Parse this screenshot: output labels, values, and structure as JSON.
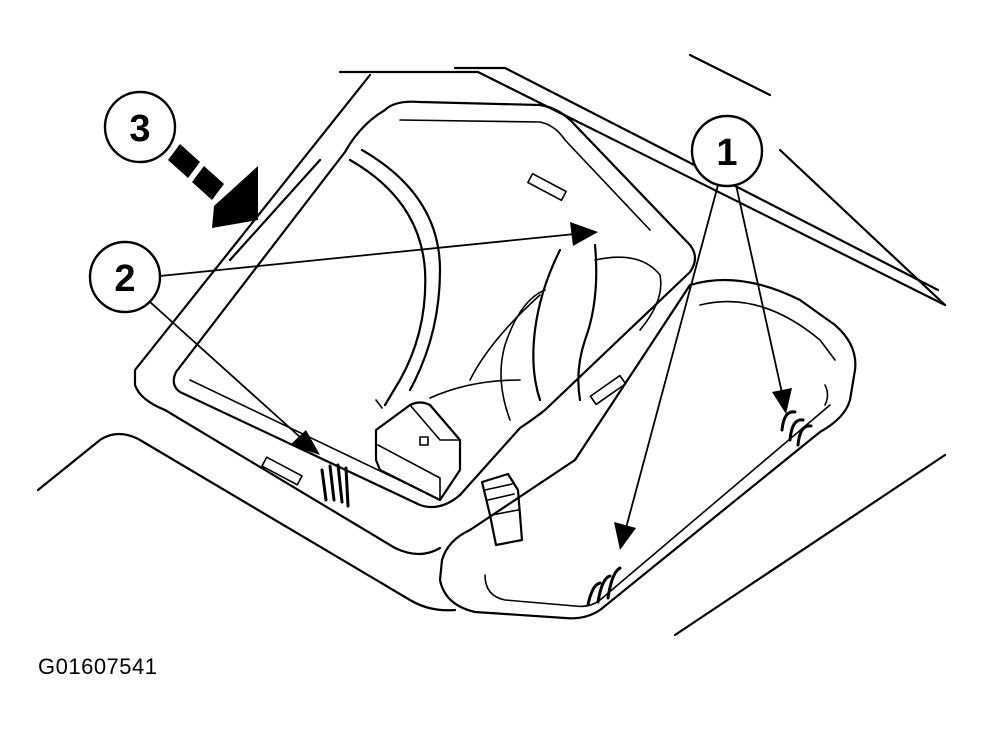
{
  "callouts": [
    {
      "id": "callout-1",
      "label": "1"
    },
    {
      "id": "callout-2",
      "label": "2"
    },
    {
      "id": "callout-3",
      "label": "3"
    }
  ],
  "figure_id": "G01607541"
}
